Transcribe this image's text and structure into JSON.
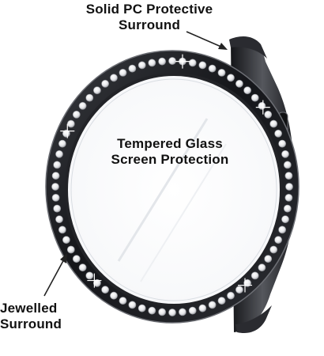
{
  "labels": {
    "protective_surround": [
      "Solid PC Protective",
      "Surround"
    ],
    "screen_protection": [
      "Tempered Glass",
      "Screen Protection"
    ],
    "jewelled_surround": [
      "Jewelled",
      "Surround"
    ]
  },
  "colors": {
    "case_body": "#1c1d20",
    "case_highlight": "#6c6e74",
    "rhinestone": "#f4f4f6",
    "glass": "#fafbfc",
    "text": "#111111"
  },
  "icons": {
    "top_arrow": "arrow-pointing-to-case-icon",
    "bottom_arrow": "arrow-pointing-to-jewels-icon"
  }
}
